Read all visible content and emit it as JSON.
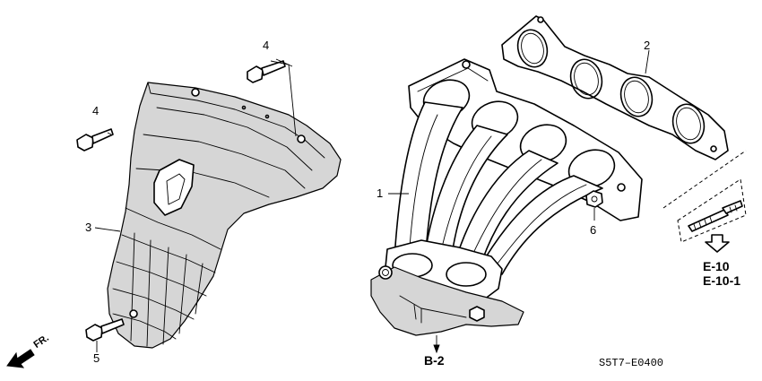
{
  "callouts": {
    "p1": "1",
    "p2": "2",
    "p3": "3",
    "p4a": "4",
    "p4b": "4",
    "p5": "5",
    "p6": "6"
  },
  "references": {
    "e10": "E-10",
    "e10_1": "E-10-1",
    "b2": "B-2"
  },
  "direction_label": "FR.",
  "diagram_code": "S5T7–E0400"
}
